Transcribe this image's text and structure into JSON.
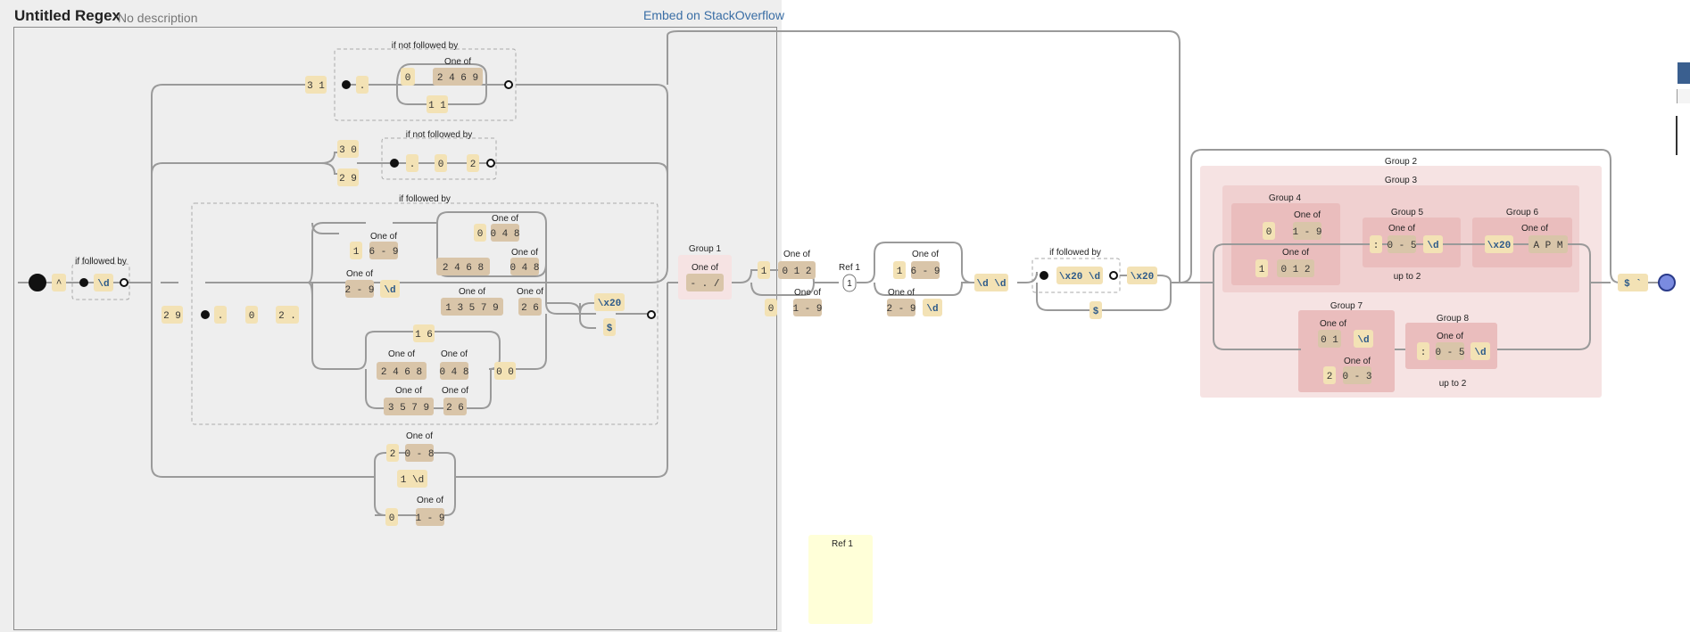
{
  "header": {
    "title": "Untitled Regex",
    "description": "No description",
    "embed_link": "Embed on StackOverflow"
  },
  "labels": {
    "if_followed_by": "if followed by",
    "if_not_followed_by": "if not followed by",
    "one_of": "One of",
    "up_to_2": "up to 2",
    "group_1": "Group 1",
    "group_2": "Group 2",
    "group_3": "Group 3",
    "group_4": "Group 4",
    "group_5": "Group 5",
    "group_6": "Group 6",
    "group_7": "Group 7",
    "group_8": "Group 8",
    "ref_1": "Ref 1",
    "ref_1_short": "1"
  },
  "tokens": {
    "caret": "^",
    "digit": "\\d",
    "t31": "3 1",
    "t30": "3 0",
    "t29": "2 9",
    "dot": ".",
    "zero": "0",
    "two": "2",
    "one": "1",
    "set_2469": "2 4 6 9",
    "t11": "1 1",
    "two_dot": "2 .",
    "range_69": "6 - 9",
    "range_29": "2 - 9",
    "set_048": "0 4 8",
    "set_2468": "2 4 6 8",
    "set_13579": "1 3 5 7 9",
    "set_26": "2 6",
    "t16": "1 6",
    "set_3579": "3 5 7 9",
    "t00": "0 0",
    "x20": "\\x20",
    "dollar": "$",
    "range_08": "0 - 8",
    "one_d": "1 \\d",
    "range_19": "1 - 9",
    "set_sep": "- . /",
    "set_012": "0 1 2",
    "dd": "\\d \\d",
    "x20_d": "\\x20 \\d",
    "set_01": "0 1",
    "range_03": "0 - 3",
    "colon": ":",
    "range_05": "0 - 5",
    "set_APM": "A P M",
    "dollar_end": "$ `"
  },
  "colors": {
    "literal": "#f3e2b5",
    "charset": "#d9c5a9",
    "group_light": "#f6e3e3",
    "group_mid": "#f0d0d0",
    "group_dark": "#eabdbd",
    "line": "#9a9a9a",
    "ref_highlight": "#ffffd8",
    "accent": "#3a6ea5"
  }
}
